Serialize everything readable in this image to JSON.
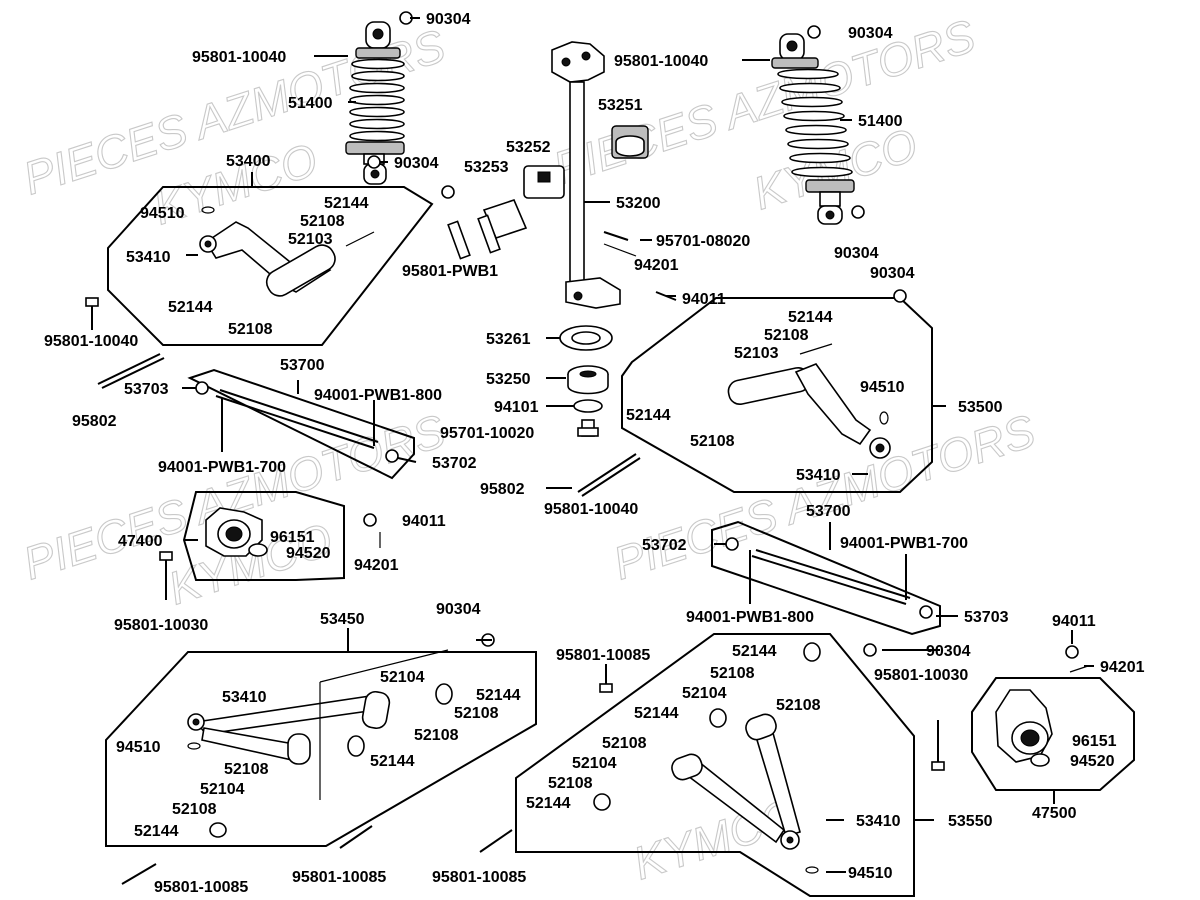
{
  "watermarks": [
    {
      "text": "PIECES AZMOTORS"
    },
    {
      "text": "KYMCO"
    },
    {
      "text": "PIECES AZMOTORS"
    },
    {
      "text": "KYMCO"
    },
    {
      "text": "PIECES AZMOTORS"
    },
    {
      "text": "KYMCO"
    },
    {
      "text": "PIECES AZMOTORS"
    },
    {
      "text": "KYMCO"
    }
  ],
  "labels": {
    "l_90304_a": "90304",
    "l_95801_10040_a": "95801-10040",
    "l_51400_a": "51400",
    "l_90304_b": "90304",
    "l_53400": "53400",
    "l_94510_a": "94510",
    "l_52144_a": "52144",
    "l_52108_a": "52108",
    "l_52103_a": "52103",
    "l_53410_a": "53410",
    "l_52144_b": "52144",
    "l_52108_b": "52108",
    "l_95801_10040_b": "95801-10040",
    "l_53700_a": "53700",
    "l_53703_a": "53703",
    "l_94001_800_a": "94001-PWB1-800",
    "l_95802_a": "95802",
    "l_94001_700_a": "94001-PWB1-700",
    "l_53702_a": "53702",
    "l_53252": "53252",
    "l_53253": "53253",
    "l_53251": "53251",
    "l_53200": "53200",
    "l_95701_08020": "95701-08020",
    "l_94201_a": "94201",
    "l_95801_pwb1": "95801-PWB1",
    "l_94011_a": "94011",
    "l_53261": "53261",
    "l_53250": "53250",
    "l_94101": "94101",
    "l_95701_10020": "95701-10020",
    "l_95802_b": "95802",
    "l_95801_10040_c": "95801-10040",
    "l_90304_c": "90304",
    "l_95801_10040_d": "95801-10040",
    "l_51400_b": "51400",
    "l_90304_d": "90304",
    "l_90304_e": "90304",
    "l_52144_c": "52144",
    "l_52108_c": "52108",
    "l_52103_b": "52103",
    "l_94510_b": "94510",
    "l_53500": "53500",
    "l_52144_d": "52144",
    "l_52108_d": "52108",
    "l_53410_b": "53410",
    "l_47400": "47400",
    "l_96151_a": "96151",
    "l_94520_a": "94520",
    "l_94011_b": "94011",
    "l_94201_b": "94201",
    "l_95801_10030_a": "95801-10030",
    "l_53700_b": "53700",
    "l_53702_b": "53702",
    "l_94001_700_b": "94001-PWB1-700",
    "l_94001_800_b": "94001-PWB1-800",
    "l_53703_b": "53703",
    "l_53450": "53450",
    "l_90304_f": "90304",
    "l_53410_c": "53410",
    "l_52104_a": "52104",
    "l_52144_e": "52144",
    "l_52108_e": "52108",
    "l_94510_c": "94510",
    "l_52108_f": "52108",
    "l_52108_g": "52108",
    "l_52144_f": "52144",
    "l_52104_b": "52104",
    "l_52108_h": "52108",
    "l_52144_g": "52144",
    "l_95801_10085_a": "95801-10085",
    "l_95801_10085_b": "95801-10085",
    "l_95801_10085_c": "95801-10085",
    "l_95801_10085_d": "95801-10085",
    "l_52144_h": "52144",
    "l_52108_i": "52108",
    "l_52104_c": "52104",
    "l_52108_j": "52108",
    "l_52144_i": "52144",
    "l_52108_k": "52108",
    "l_52104_d": "52104",
    "l_52108_l": "52108",
    "l_52144_j": "52144",
    "l_90304_g": "90304",
    "l_95801_10030_b": "95801-10030",
    "l_53410_d": "53410",
    "l_53550": "53550",
    "l_94510_d": "94510",
    "l_94011_c": "94011",
    "l_94201_c": "94201",
    "l_96151_b": "96151",
    "l_94520_b": "94520",
    "l_47500": "47500"
  }
}
